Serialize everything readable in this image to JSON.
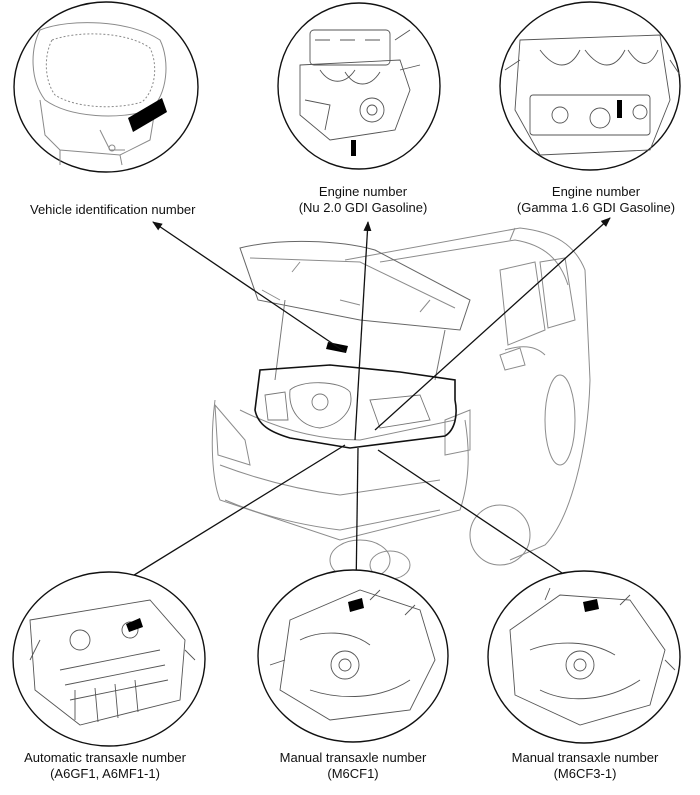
{
  "labels": {
    "vin": "Vehicle identification number",
    "engine_nu": {
      "line1": "Engine number",
      "line2": "(Nu 2.0 GDI Gasoline)"
    },
    "engine_gamma": {
      "line1": "Engine number",
      "line2": "(Gamma 1.6 GDI Gasoline)"
    },
    "auto_transaxle": {
      "line1": "Automatic transaxle number",
      "line2": "(A6GF1, A6MF1-1)"
    },
    "manual_m6cf1": {
      "line1": "Manual transaxle number",
      "line2": "(M6CF1)"
    },
    "manual_m6cf3": {
      "line1": "Manual transaxle number",
      "line2": "(M6CF3-1)"
    }
  },
  "colors": {
    "ink": "#111111",
    "marker": "#000000",
    "line_gray": "#9a9a9a"
  }
}
